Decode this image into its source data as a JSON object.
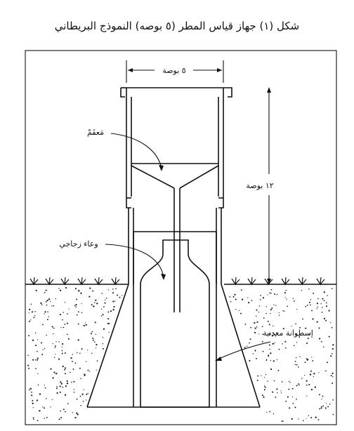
{
  "figure": {
    "caption": "شكل (١) جهاز قياس المطر (٥ بوصه) النموذج البريطاني"
  },
  "labels": {
    "width_dim": "٥ بوصة",
    "height_dim": "١٢ بوصة",
    "funnel": "مَعقَمْ",
    "glass_bottle": "وعاء زجاجي",
    "metal_cylinder": "إسطوانة معدنية"
  }
}
